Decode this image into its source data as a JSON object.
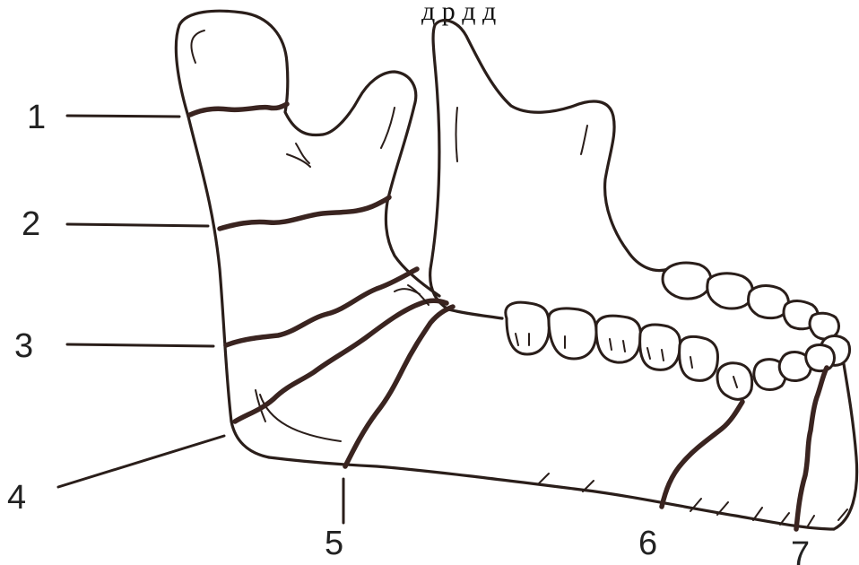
{
  "caption_fragment": "д            р          д          д",
  "labels": [
    "1",
    "2",
    "3",
    "4",
    "5",
    "6",
    "7"
  ]
}
